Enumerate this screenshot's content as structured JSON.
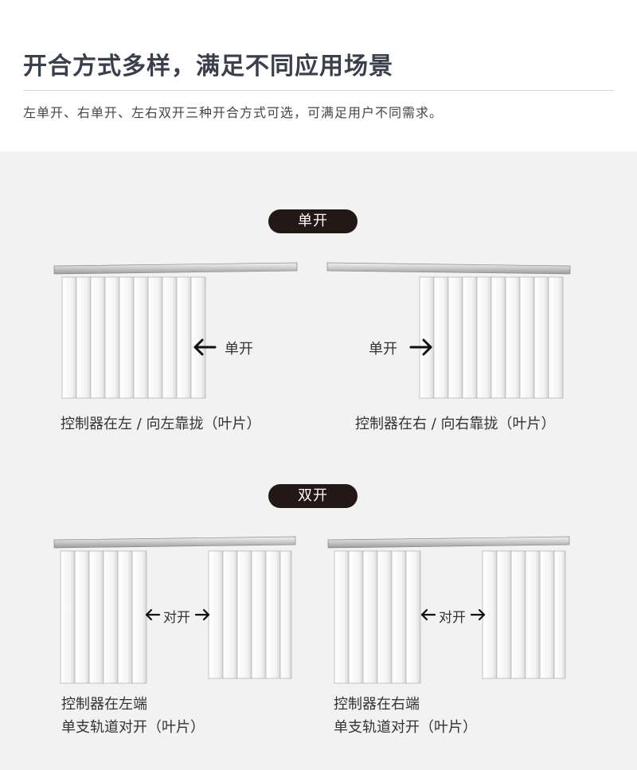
{
  "header": {
    "title": "开合方式多样，满足不同应用场景",
    "subtitle": "左单开、右单开、左右双开三种开合方式可选，可满足用户不同需求。"
  },
  "sections": {
    "single": {
      "badge": "单开",
      "left": {
        "arrow_label": "单开",
        "caption": "控制器在左 / 向左靠拢（叶片）"
      },
      "right": {
        "arrow_label": "单开",
        "caption": "控制器在右 / 向右靠拢（叶片）"
      }
    },
    "double": {
      "badge": "双开",
      "left": {
        "arrow_label": "对开",
        "caption_line1": "控制器在左端",
        "caption_line2": "单支轨道对开（叶片）"
      },
      "right": {
        "arrow_label": "对开",
        "caption_line1": "控制器在右端",
        "caption_line2": "单支轨道对开（叶片）"
      }
    }
  },
  "colors": {
    "badge_bg": "#231816",
    "panel_bg": "#f2f2f2",
    "title": "#3a3f4c"
  }
}
